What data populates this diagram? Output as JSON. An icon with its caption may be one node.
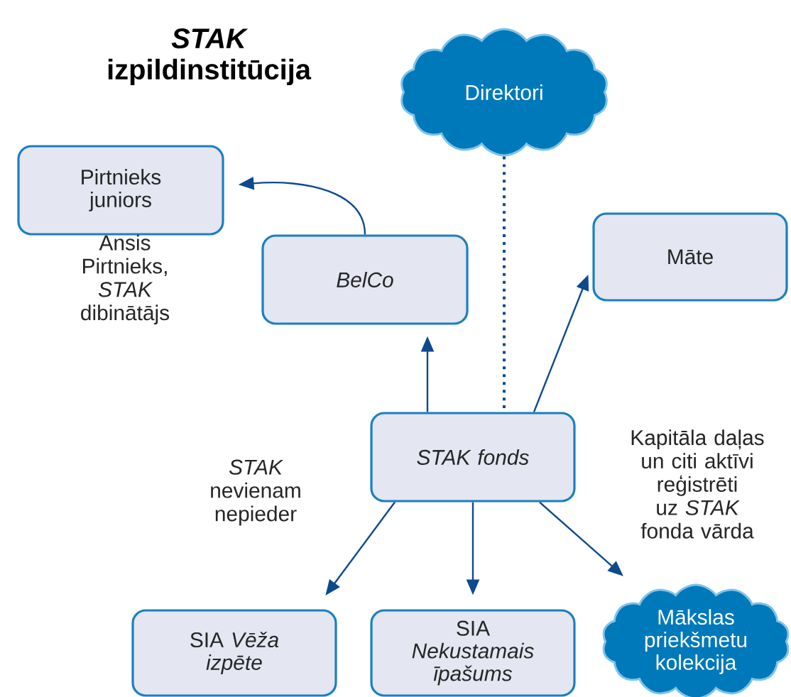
{
  "diagram": {
    "title": "*STAK* izpildinstitūcija",
    "nodes": [
      {
        "text": [
          "Direktori"
        ]
      },
      {
        "text": [
          "Pirtnieks juniors"
        ]
      },
      {
        "text": [
          "BelCo"
        ]
      },
      {
        "text": [
          "Māte"
        ]
      },
      {
        "text": [
          "STAK fonds"
        ]
      },
      {
        "text": [
          "SIA *Vēža izpēte*"
        ]
      },
      {
        "text": [
          "SIA *Nekustamais īpašums*"
        ]
      },
      {
        "text": [
          "Mākslas priekšmetu kolekcija"
        ]
      }
    ],
    "edges": [
      {
        "from": 4,
        "to": 2,
        "arrow": "to"
      },
      {
        "from": 2,
        "to": 1,
        "arrow": "to"
      },
      {
        "from": 4,
        "to": 3,
        "arrow": "to"
      },
      {
        "from": 0,
        "to": 4,
        "arrow": "none",
        "style": "dashed"
      },
      {
        "from": 4,
        "to": 5,
        "arrow": "to"
      },
      {
        "from": 4,
        "to": 6,
        "arrow": "to"
      },
      {
        "from": 4,
        "to": 7,
        "arrow": "to"
      }
    ],
    "labels": [
      "Ansis Pirtnieks, *STAK* dibinātājs",
      "*STAK* nevienam nepieder",
      "Kapitāla daļas un citi aktīvi reģistrēti uz *STAK* fonda vārda"
    ]
  }
}
